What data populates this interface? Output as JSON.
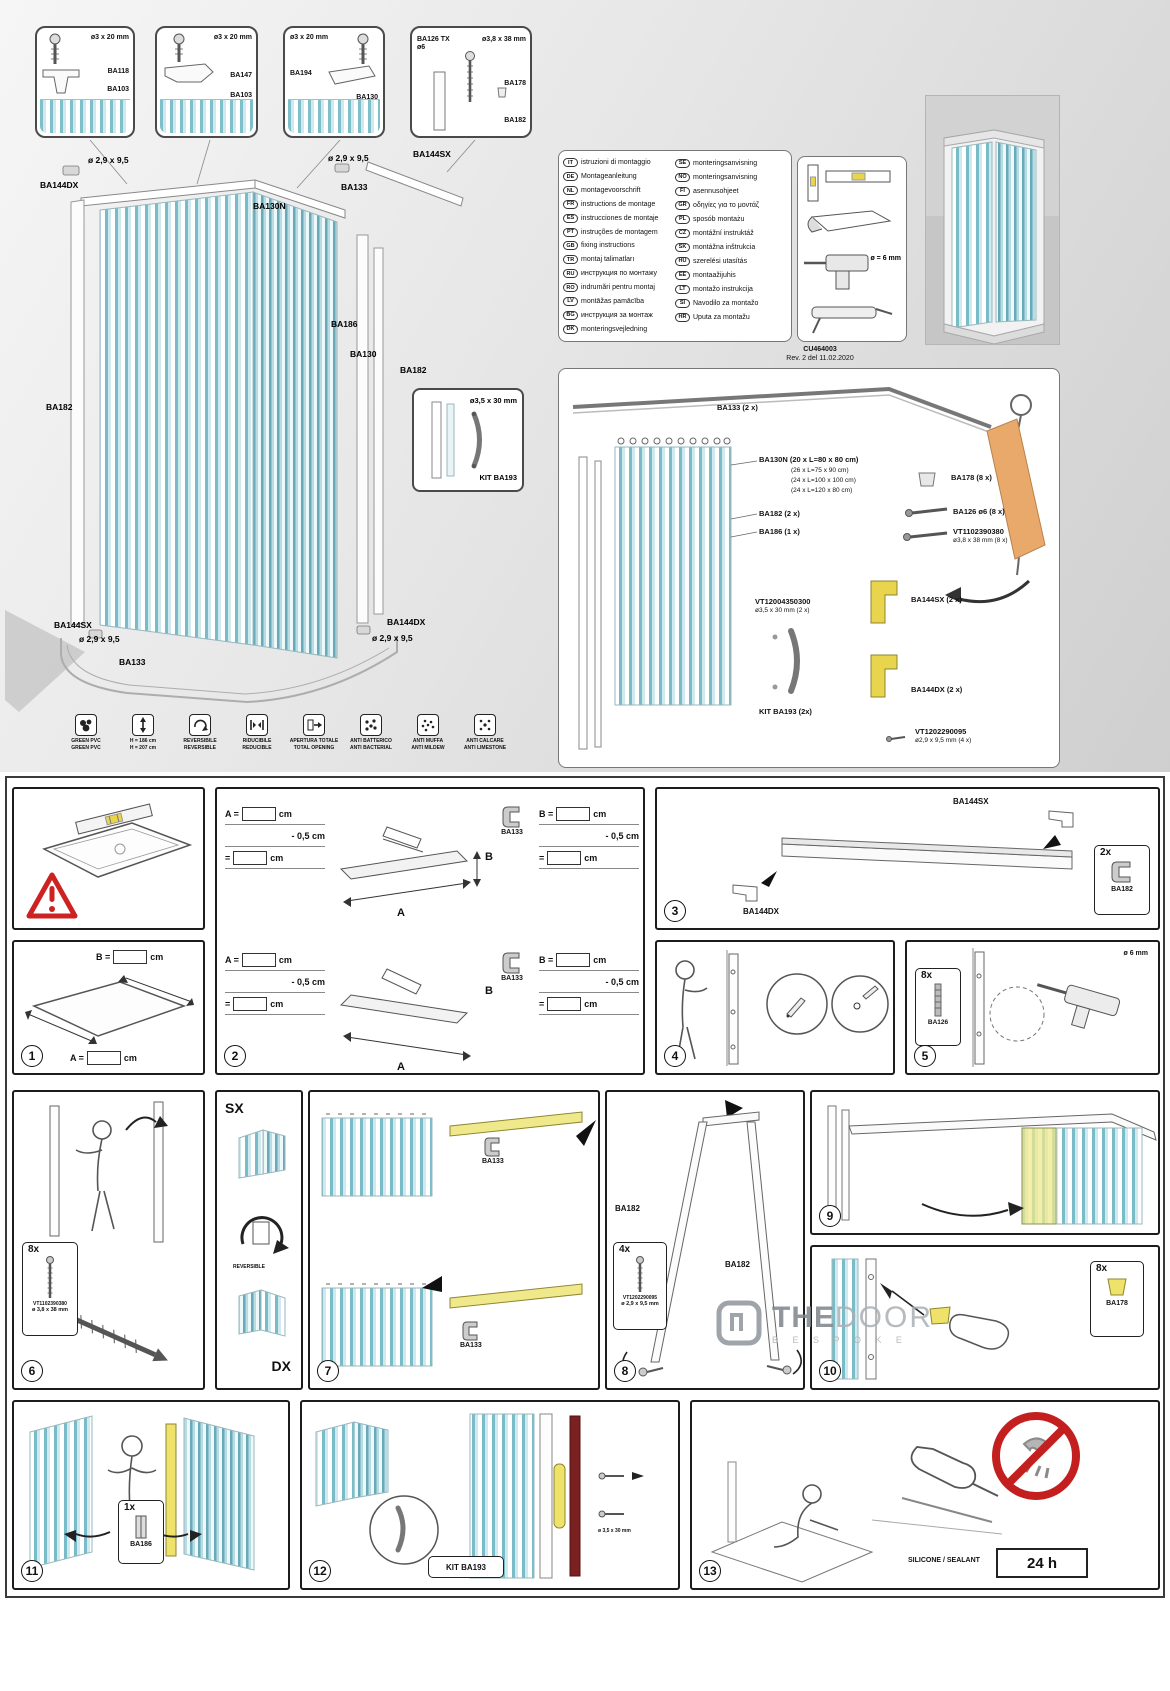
{
  "doc": {
    "code": "CU464003",
    "revision": "Rev. 2 del 11.02.2020"
  },
  "detail_boxes": [
    {
      "size": "ø3 x 20 mm",
      "parts": [
        "BA118",
        "BA103"
      ]
    },
    {
      "size": "ø3 x 20 mm",
      "parts": [
        "BA147",
        "BA103"
      ]
    },
    {
      "size": "ø3 x 20 mm",
      "parts": [
        "BA194",
        "BA130"
      ]
    },
    {
      "size": "ø3,8 x 38 mm",
      "parts": [
        "BA126 TX ø6",
        "BA178",
        "BA182"
      ]
    }
  ],
  "exploded_callouts": [
    "ø 2,9 x 9,5",
    "BA144DX",
    "BA133",
    "ø 2,9 x 9,5",
    "BA144SX",
    "BA130N",
    "BA186",
    "BA130",
    "BA182",
    "BA182",
    "BA144SX",
    "ø 2,9 x 9,5",
    "BA133",
    "BA144DX",
    "ø 2,9 x 9,5"
  ],
  "kit_inset": {
    "size": "ø3,5 x 30 mm",
    "name": "KIT BA193"
  },
  "features": [
    {
      "line1": "GREEN PVC",
      "line2": "GREEN PVC"
    },
    {
      "line1": "H = 186 cm",
      "line2": "H = 207 cm"
    },
    {
      "line1": "REVERSIBILE",
      "line2": "REVERSIBLE"
    },
    {
      "line1": "RIDUCIBILE",
      "line2": "REDUCIBLE"
    },
    {
      "line1": "APERTURA TOTALE",
      "line2": "TOTAL OPENING"
    },
    {
      "line1": "ANTI BATTERICO",
      "line2": "ANTI BACTERIAL"
    },
    {
      "line1": "ANTI MUFFA",
      "line2": "ANTI MILDEW"
    },
    {
      "line1": "ANTI CALCARE",
      "line2": "ANTI LIMESTONE"
    }
  ],
  "languages_col1": [
    {
      "code": "IT",
      "text": "istruzioni di montaggio"
    },
    {
      "code": "DE",
      "text": "Montageanleitung"
    },
    {
      "code": "NL",
      "text": "montagevoorschrift"
    },
    {
      "code": "FR",
      "text": "instructions de montage"
    },
    {
      "code": "ES",
      "text": "instrucciones de montaje"
    },
    {
      "code": "PT",
      "text": "instruções de montagem"
    },
    {
      "code": "GB",
      "text": "fixing instructions"
    },
    {
      "code": "TR",
      "text": "montaj talimatları"
    },
    {
      "code": "RU",
      "text": "инструкция по монтажу"
    },
    {
      "code": "RO",
      "text": "indrumări pentru montaj"
    },
    {
      "code": "LV",
      "text": "montāžas pamācība"
    },
    {
      "code": "BG",
      "text": "инструкция за монтаж"
    },
    {
      "code": "DK",
      "text": "monteringsvejledning"
    }
  ],
  "languages_col2": [
    {
      "code": "SE",
      "text": "monteringsanvisning"
    },
    {
      "code": "NO",
      "text": "monteringsanvisning"
    },
    {
      "code": "FI",
      "text": "asennusohjeet"
    },
    {
      "code": "GR",
      "text": "οδηγίες για το μοντάζ"
    },
    {
      "code": "PL",
      "text": "sposób montażu"
    },
    {
      "code": "CZ",
      "text": "montážní instruktáž"
    },
    {
      "code": "SK",
      "text": "montážna inštrukcia"
    },
    {
      "code": "HU",
      "text": "szerelési utasítás"
    },
    {
      "code": "EE",
      "text": "montaažijuhis"
    },
    {
      "code": "LT",
      "text": "montažo instrukcija"
    },
    {
      "code": "SI",
      "text": "Navodilo za montažo"
    },
    {
      "code": "HR",
      "text": "Uputa za montažu"
    }
  ],
  "tools": {
    "drill_note": "ø = 6 mm"
  },
  "parts_list": {
    "ba133": "BA133 (2 x)",
    "ba130n": "BA130N (20 x L=80 x 80 cm)",
    "ba130n_2": "(26 x L=75 x 90 cm)",
    "ba130n_3": "(24 x L=100 x 100 cm)",
    "ba130n_4": "(24 x L=120 x 80 cm)",
    "ba182": "BA182 (2 x)",
    "ba186": "BA186 (1 x)",
    "ba178": "BA178 (8 x)",
    "ba126": "BA126 ø6 (8 x)",
    "vt1102_code": "VT1102390380",
    "vt1102_size": "ø3,8 x 38 mm (8 x)",
    "vt1200_code": "VT12004350300",
    "vt1200_size": "ø3,5 x 30 mm (2 x)",
    "kit": "KIT BA193 (2x)",
    "ba144sx": "BA144SX (2 x)",
    "ba144dx": "BA144DX (2 x)",
    "vt1202_code": "VT1202290095",
    "vt1202_size": "ø2,9 x 9,5 mm (4 x)"
  },
  "steps": {
    "s1": {
      "num": "1",
      "a_label": "A =",
      "b_label": "B =",
      "unit": "cm"
    },
    "s2": {
      "num": "2",
      "a_label": "A =",
      "b_label": "B =",
      "minus": "- 0,5 cm",
      "equals": "=",
      "unit": "cm",
      "part": "BA133",
      "dim_a": "A",
      "dim_b": "B"
    },
    "s3": {
      "num": "3",
      "cap_sx": "BA144SX",
      "cap_dx": "BA144DX",
      "qty": "2x",
      "part": "BA182"
    },
    "s4": {
      "num": "4"
    },
    "s5": {
      "num": "5",
      "qty": "8x",
      "part": "BA126",
      "drill": "ø 6 mm"
    },
    "s6": {
      "num": "6",
      "qty": "8x",
      "code": "VT1102390380",
      "size": "ø 3,8 x 38 mm"
    },
    "s7": {
      "num": "7",
      "sx": "SX",
      "dx": "DX",
      "reversible": "REVERSIBLE",
      "part": "BA133"
    },
    "s8": {
      "num": "8",
      "part": "BA182",
      "qty": "4x",
      "code": "VT1202290095",
      "size": "ø 2,9 x 9,5 mm"
    },
    "s9": {
      "num": "9"
    },
    "s10": {
      "num": "10",
      "qty": "8x",
      "part": "BA178"
    },
    "s11": {
      "num": "11",
      "qty": "1x",
      "part": "BA186"
    },
    "s12": {
      "num": "12",
      "kit": "KIT BA193",
      "size": "ø 3,5 x 30 mm"
    },
    "s13": {
      "num": "13",
      "sealant": "SILICONE / SEALANT",
      "wait": "24 h"
    }
  },
  "watermark": {
    "part1": "THE",
    "part2": "DOOR",
    "sub": "B E S P O K E"
  }
}
